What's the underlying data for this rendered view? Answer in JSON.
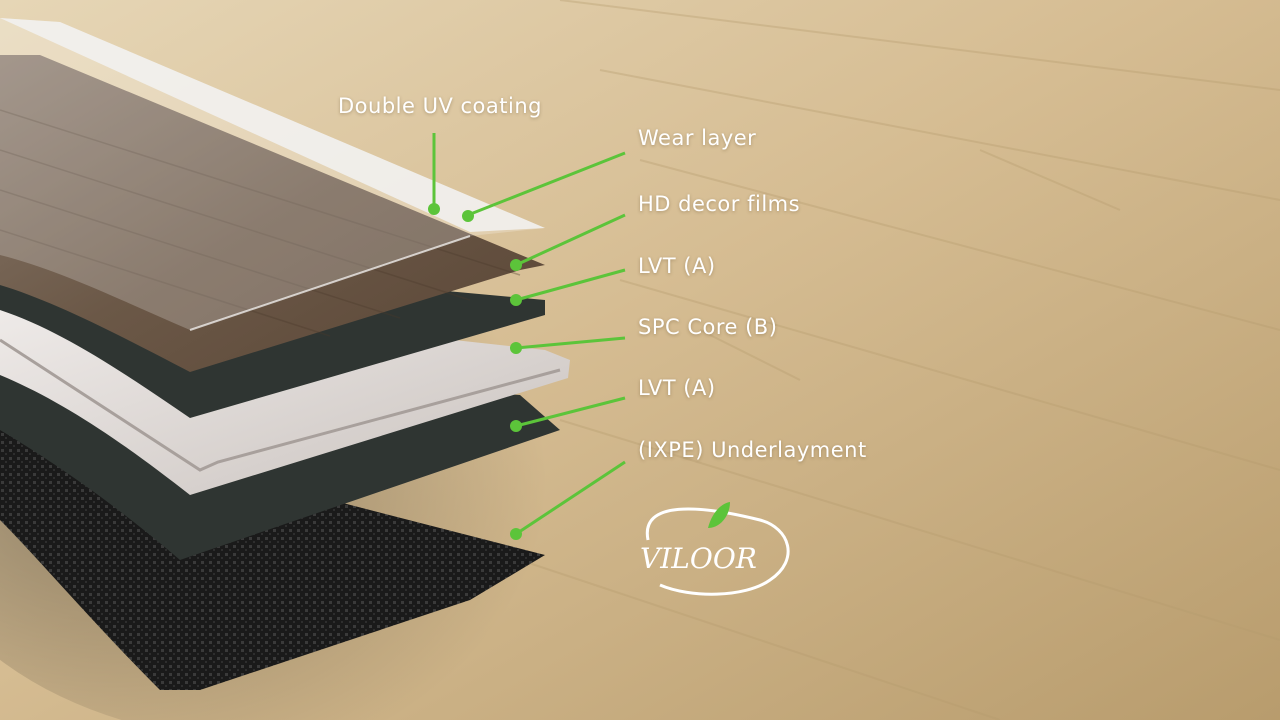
{
  "layers": [
    {
      "id": "double-uv-coating",
      "label": "Double UV coating"
    },
    {
      "id": "wear-layer",
      "label": "Wear layer"
    },
    {
      "id": "hd-decor-films",
      "label": "HD decor films"
    },
    {
      "id": "lvt-a-top",
      "label": "LVT (A)"
    },
    {
      "id": "spc-core-b",
      "label": "SPC Core (B)"
    },
    {
      "id": "lvt-a-bottom",
      "label": "LVT (A)"
    },
    {
      "id": "ixpe-underlayment",
      "label": "(IXPE) Underlayment"
    }
  ],
  "brand": {
    "logo_text": "VILOOR"
  },
  "colors": {
    "leader": "#5cc43a",
    "label_text": "#ffffff",
    "floor_light": "#d8c29c",
    "floor_dark": "#a88c60",
    "wood_veneer": "#6e5a48",
    "dark_layer": "#2f3532",
    "core_layer": "#d9d4d1",
    "underlay": "#1e1e1e"
  }
}
